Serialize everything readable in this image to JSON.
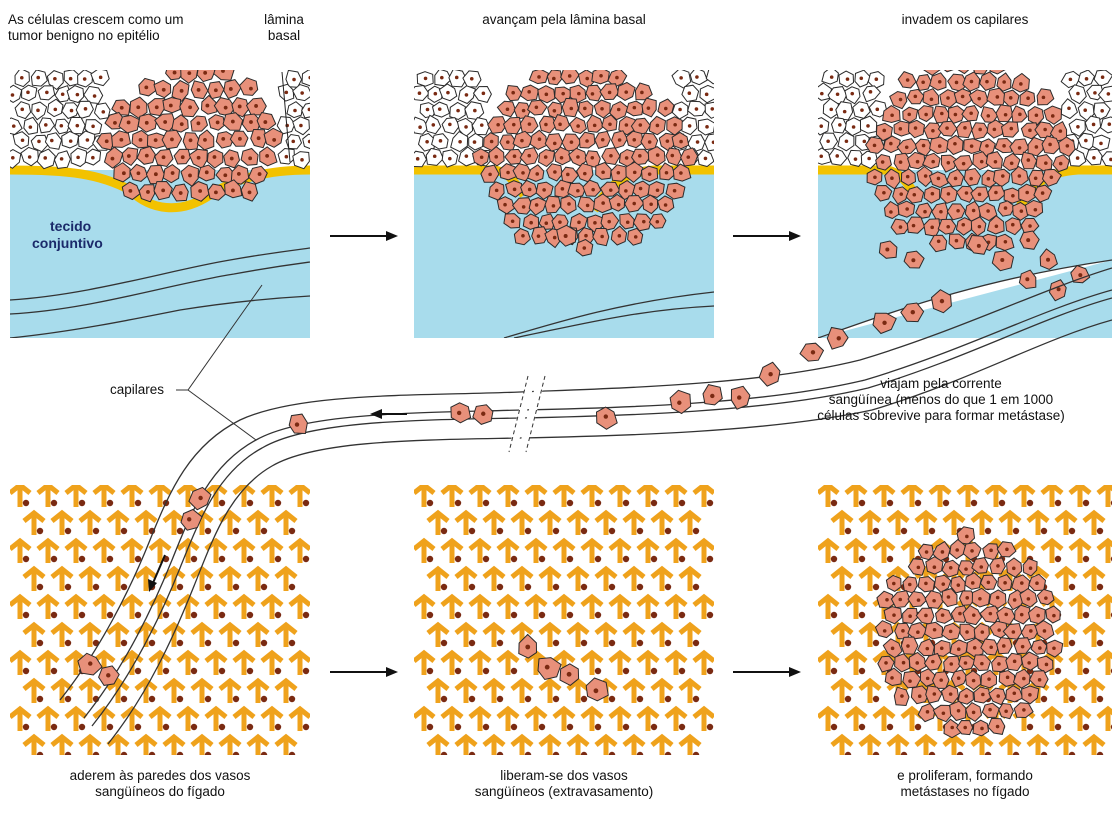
{
  "labels": {
    "p1_caption_line1": "As células crescem como um",
    "p1_caption_line2": "tumor benigno no epitélio",
    "lamina_line1": "lâmina",
    "lamina_line2": "basal",
    "tecido_line1": "tecido",
    "tecido_line2": "conjuntivo",
    "p2_caption": "avançam pela lâmina basal",
    "p3_caption": "invadem os capilares",
    "capilares": "capilares",
    "travel_line1": "viajam pela corrente",
    "travel_line2": "sangüínea (menos do que 1 em 1000",
    "travel_line3": "células sobrevive para formar metástase)",
    "p4_caption_line1": "aderem às paredes dos vasos",
    "p4_caption_line2": "sangüíneos do fígado",
    "p5_caption_line1": "liberam-se dos vasos",
    "p5_caption_line2": "sangüíneos (extravasamento)",
    "p6_caption_line1": "e proliferam, formando",
    "p6_caption_line2": "metástases no fígado"
  },
  "colors": {
    "tumor_cell": "#e8907a",
    "tumor_nucleus": "#7a2a12",
    "normal_cell": "#ffffff",
    "basal_lamina": "#f2c200",
    "connective_tissue": "#a8dcec",
    "liver_sinusoid": "#efa21c",
    "outline": "#2a2a2a"
  }
}
